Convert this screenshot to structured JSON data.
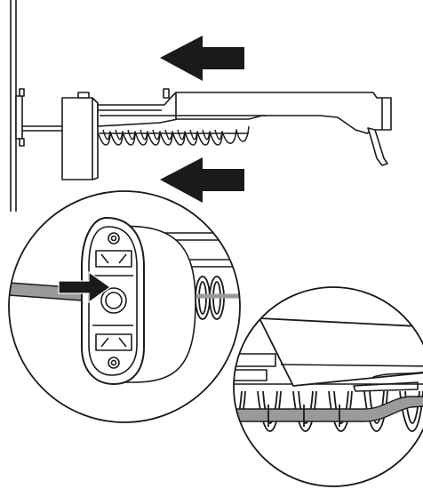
{
  "figure": {
    "kind": "installation-instruction-illustration",
    "text_labels": [],
    "arrows": [
      {
        "icon": "left-arrow-icon",
        "direction": "left",
        "position_name": "upper"
      },
      {
        "icon": "left-arrow-icon",
        "direction": "left",
        "position_name": "lower"
      },
      {
        "icon": "right-arrow-icon",
        "direction": "right",
        "position_name": "detail-cable-insert"
      }
    ],
    "colors": {
      "line": "#1a1a1a",
      "arrow": "#1a1a1a",
      "cable_fill": "#9a9a9a",
      "background": "#ffffff"
    }
  }
}
